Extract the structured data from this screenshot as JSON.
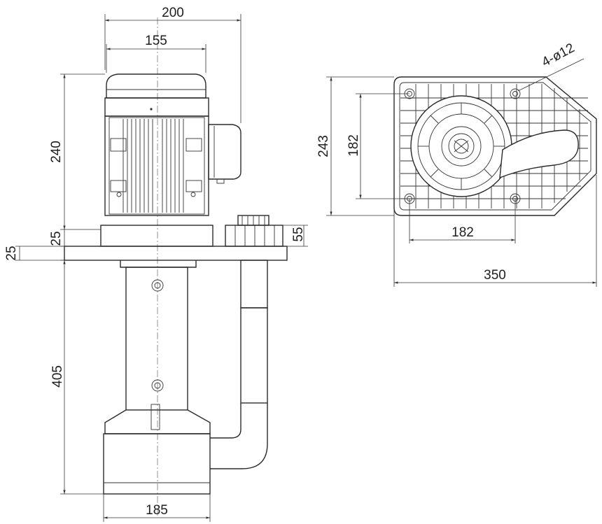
{
  "drawing": {
    "views": [
      "side-view",
      "top-view"
    ],
    "side_view_dimensions": {
      "motor_cover_width": "200",
      "motor_body_width": "155",
      "motor_height": "240",
      "base_plate_thickness": "25",
      "flange_thickness": "25",
      "terminal_height": "55",
      "immersion_depth": "405",
      "pump_body_width": "185"
    },
    "top_view_dimensions": {
      "plate_depth": "243",
      "hole_spacing_vertical": "182",
      "hole_spacing_horizontal": "182",
      "plate_length": "350",
      "mounting_holes": "4-ø12"
    }
  }
}
